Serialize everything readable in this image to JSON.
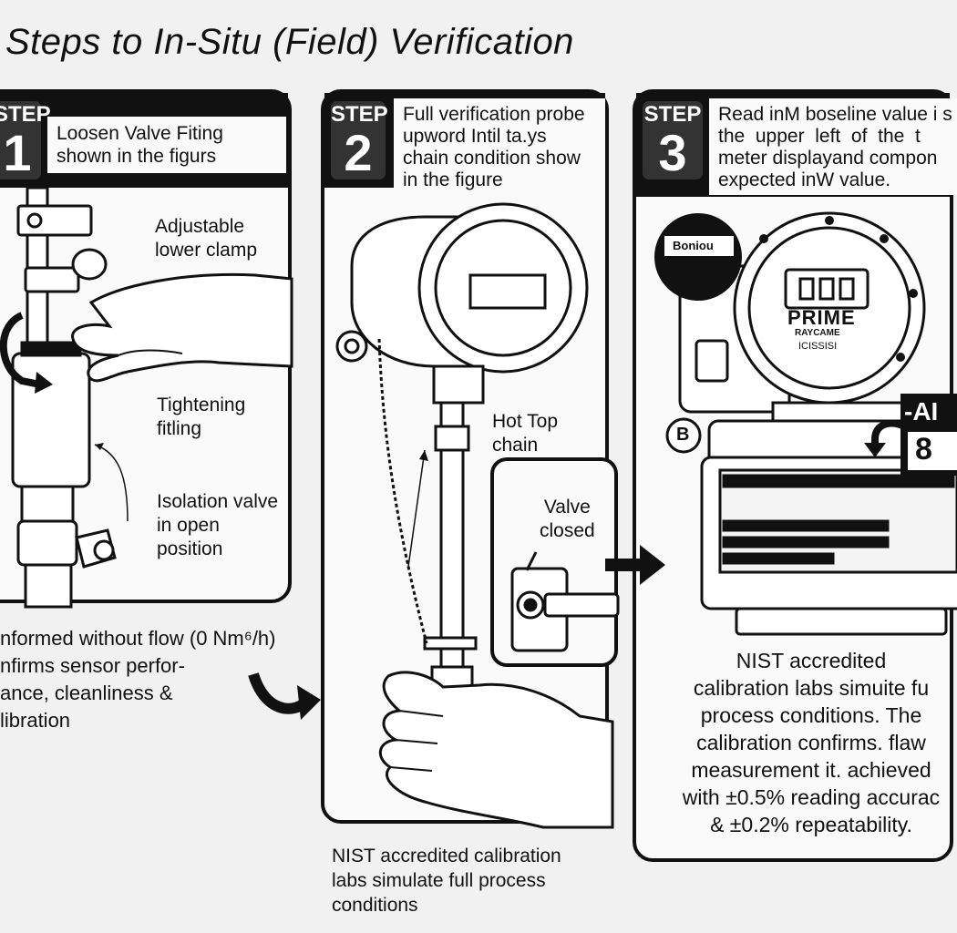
{
  "title": "Steps to In-Situ (Field) Verification",
  "steps": [
    {
      "badge_word": "STEP",
      "number": "1",
      "text": "Loosen Valve Fiting\nshown in the figurs",
      "labels": {
        "clamp": "Adjustable\nlower clamp",
        "fitting": "Tightening\nfitling",
        "valve": "Isolation valve\nin open\nposition"
      }
    },
    {
      "badge_word": "STEP",
      "number": "2",
      "text": "Full  verification probe\nupword  Intil       ta.ys\nchain condition  show\nin the figure",
      "labels": {
        "chain": "Hot Top chain",
        "valve_closed": "Valve\nclosed"
      }
    },
    {
      "badge_word": "STEP",
      "number": "3",
      "text": "Read inM boseline value i s\nthe  upper  left  of  the  t\nmeter displayand compon\nexpected inW value.",
      "labels": {
        "knob": "Boniou",
        "brand": "PRIME",
        "brand_sub": "RAYCAME",
        "serial": "ICISSISI",
        "marker": "B",
        "alarm": "-AI",
        "reading": "8"
      }
    }
  ],
  "notes": {
    "flow": "nformed without flow (0 Nm⁶/h)\nnfirms sensor perfor-\nance, cleanliness &\nlibration",
    "nist_bottom": "NIST accredited calibration\nlabs simulate full process\nconditions",
    "nist_right": "NIST accredited\ncalibration labs simuite fu\nprocess conditions. The\ncalibration confirms. flaw\nmeasurement it. achieved\nwith ±0.5% reading accurac\n& ±0.2% repeatability."
  }
}
